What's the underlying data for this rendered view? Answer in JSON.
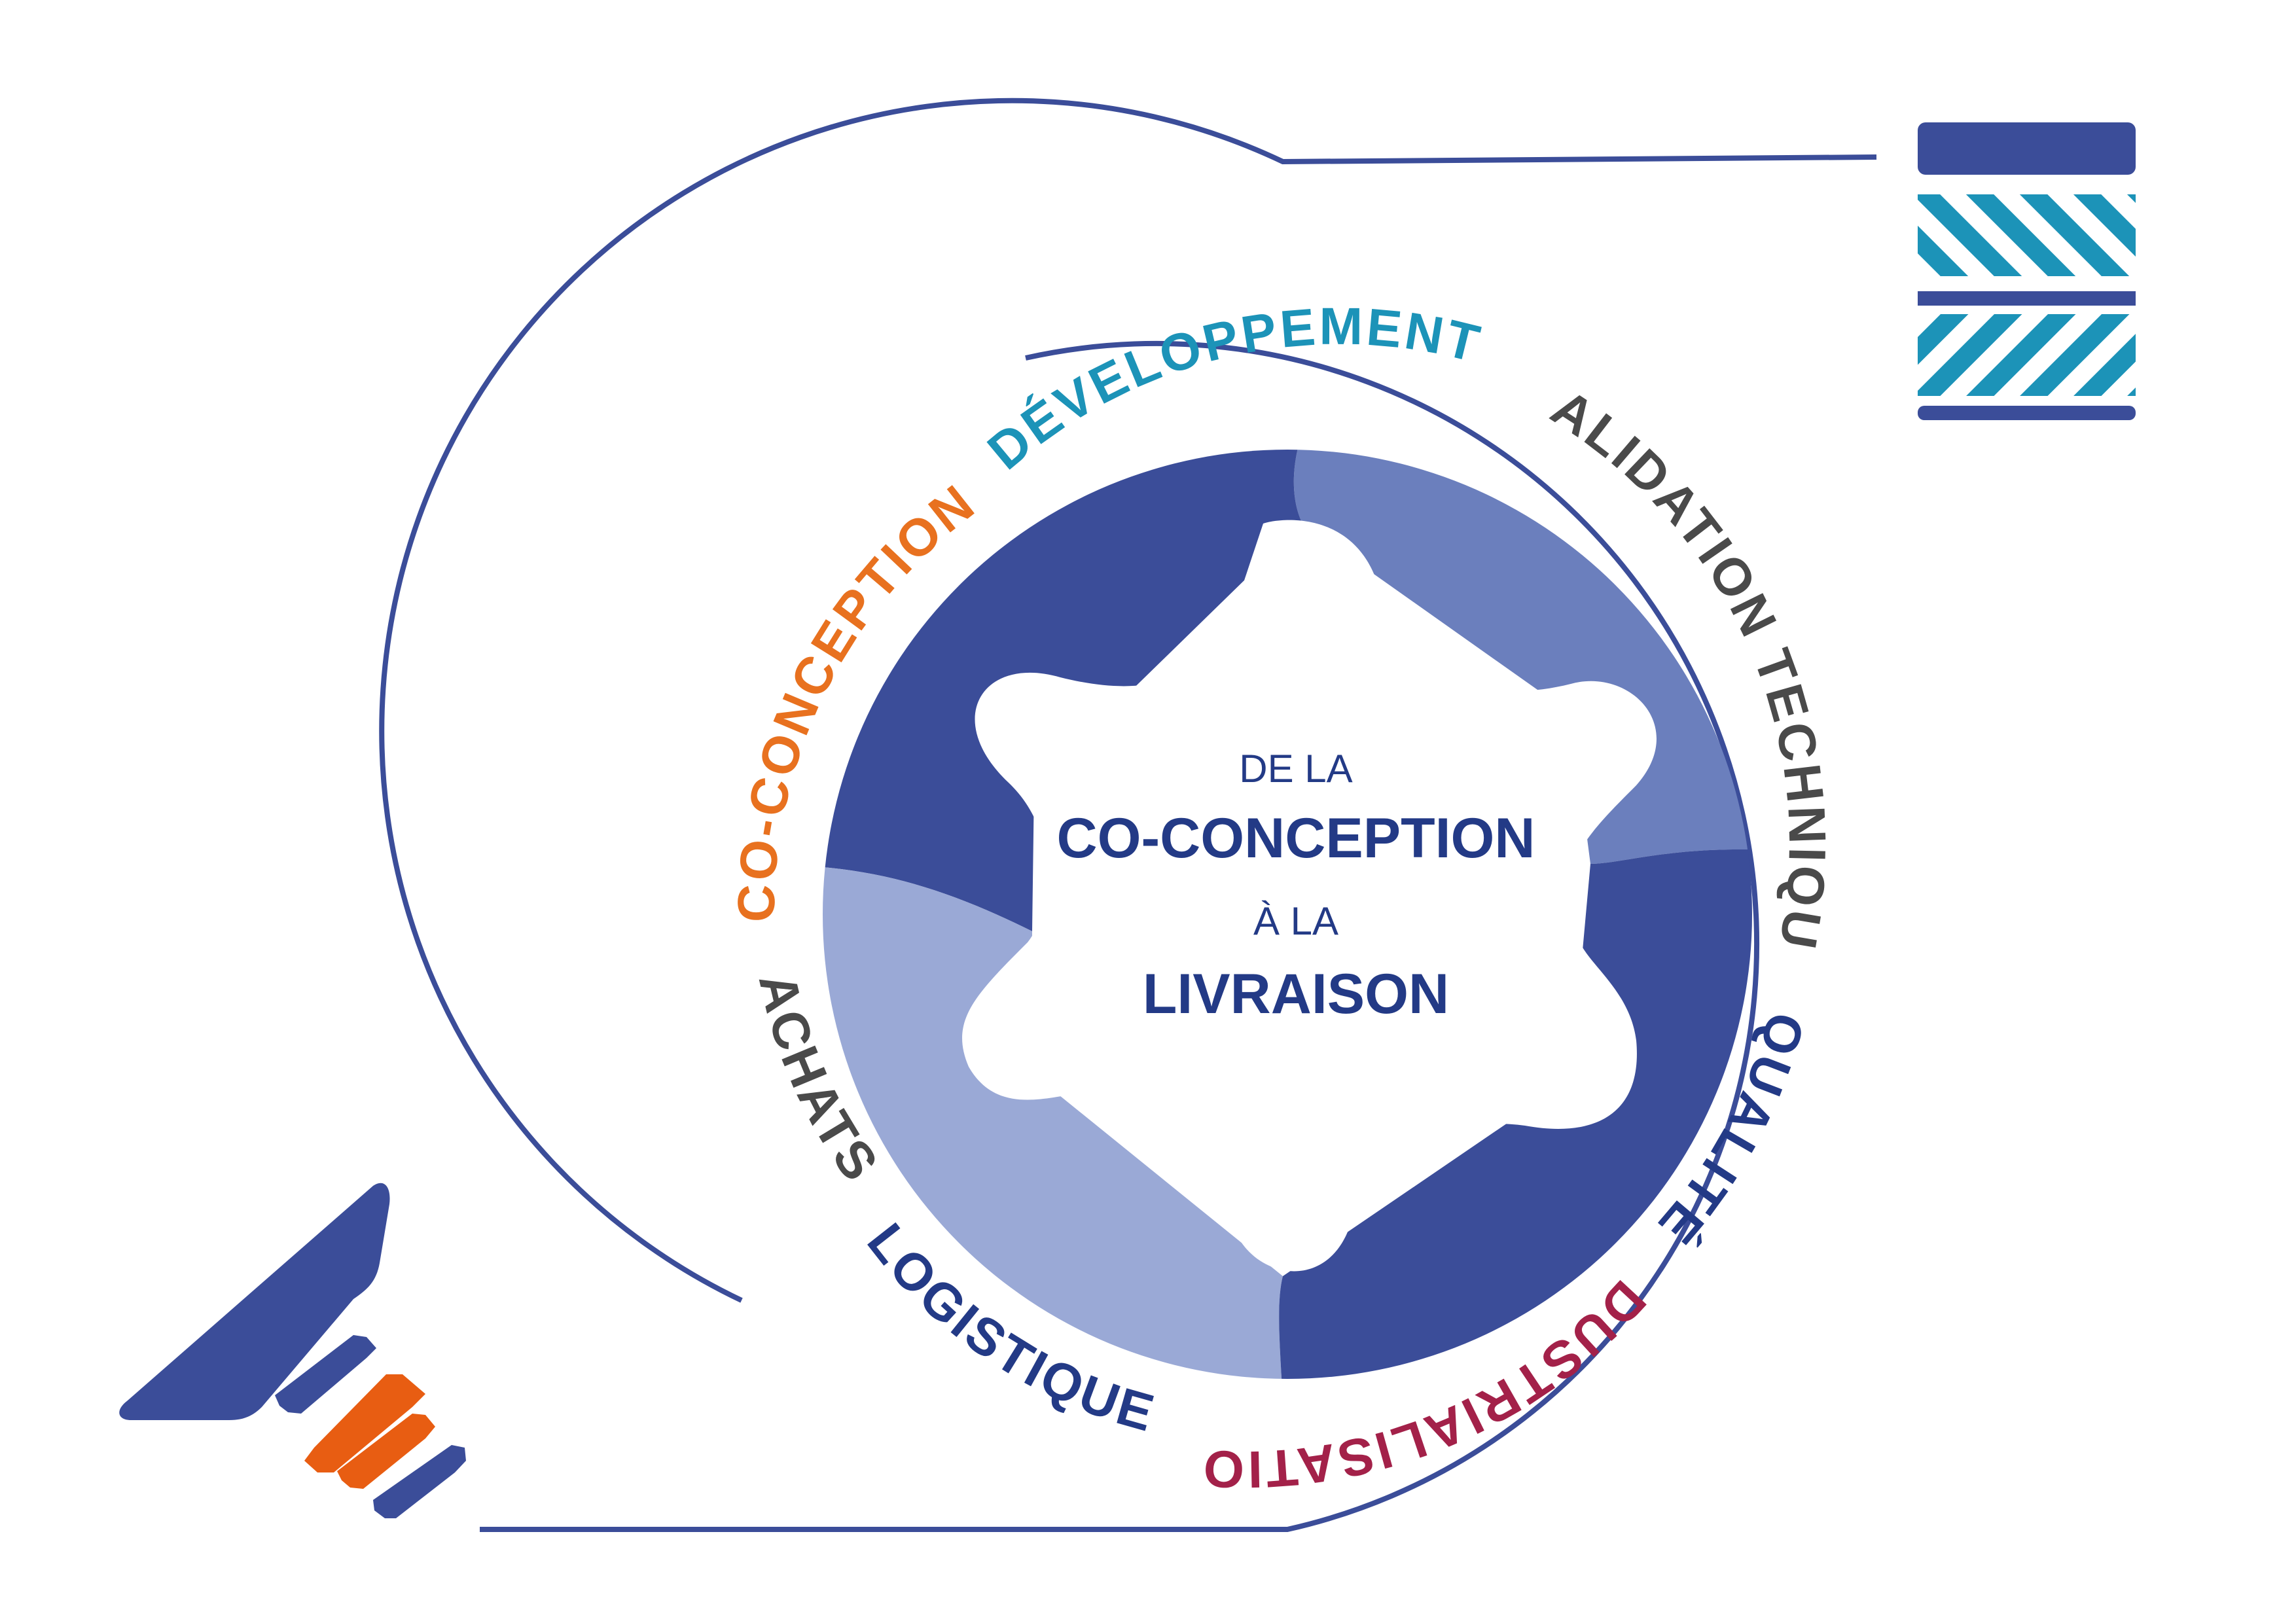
{
  "colors": {
    "navy": "#3b4d99",
    "mid_blue": "#6b7fbd",
    "light_blue": "#9aa9d6",
    "center_text": "#233a86",
    "orange": "#e8711f",
    "teal": "#1c93b8",
    "dark_grey": "#4a4a4a",
    "crimson": "#a32149",
    "logo_orange": "#e85d12"
  },
  "center": {
    "line1": "DE LA",
    "line2": "CO-CONCEPTION",
    "line3": "À LA",
    "line4": "LIVRAISON"
  },
  "stages": [
    {
      "id": "developpement",
      "label": "DÉVELOPPEMENT",
      "color": "#1c93b8"
    },
    {
      "id": "validation",
      "label": "VALIDATION TECHNIQUE",
      "color": "#4a4a4a"
    },
    {
      "id": "qualite",
      "label": "QUALITÉ",
      "color": "#233a86"
    },
    {
      "id": "industrialisation",
      "label": "INDUSTRIALISATION",
      "color": "#a32149"
    },
    {
      "id": "logistique",
      "label": "LOGISTIQUE",
      "color": "#233a86"
    },
    {
      "id": "achats",
      "label": "ACHATS",
      "color": "#4a4a4a"
    },
    {
      "id": "coconception",
      "label": "CO-CONCEPTION",
      "color": "#e8711f"
    }
  ]
}
